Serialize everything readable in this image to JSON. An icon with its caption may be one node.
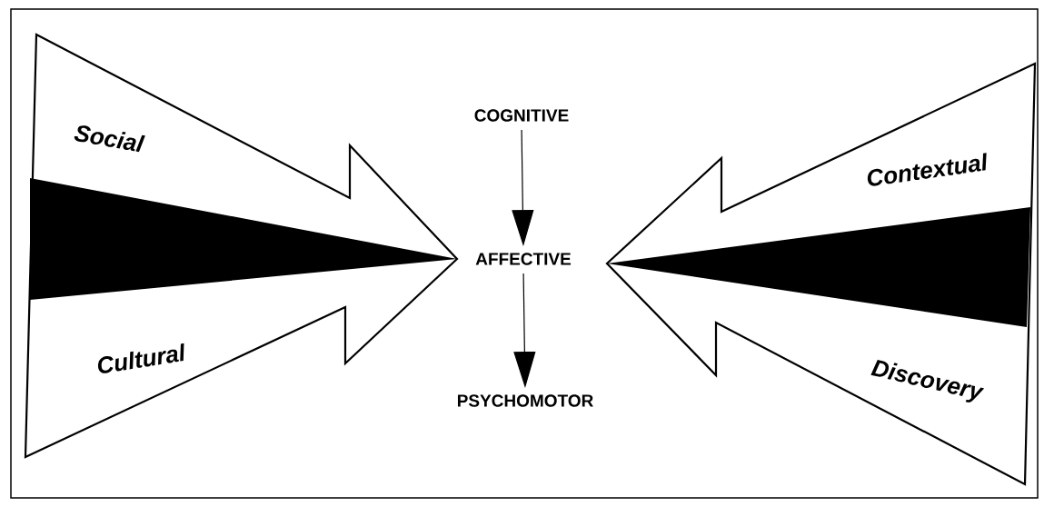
{
  "diagram": {
    "nodes": [
      {
        "text": [
          "COGNITIVE"
        ]
      },
      {
        "text": [
          "AFFECTIVE"
        ]
      },
      {
        "text": [
          "PSYCHOMOTOR"
        ]
      },
      {
        "text": [
          "Social",
          "Cultural"
        ]
      },
      {
        "text": [
          "Contextual",
          "Discovery"
        ]
      }
    ],
    "edges": [
      {
        "from": 0,
        "to": 1,
        "arrow": "to"
      },
      {
        "from": 1,
        "to": 2,
        "arrow": "to"
      }
    ]
  }
}
